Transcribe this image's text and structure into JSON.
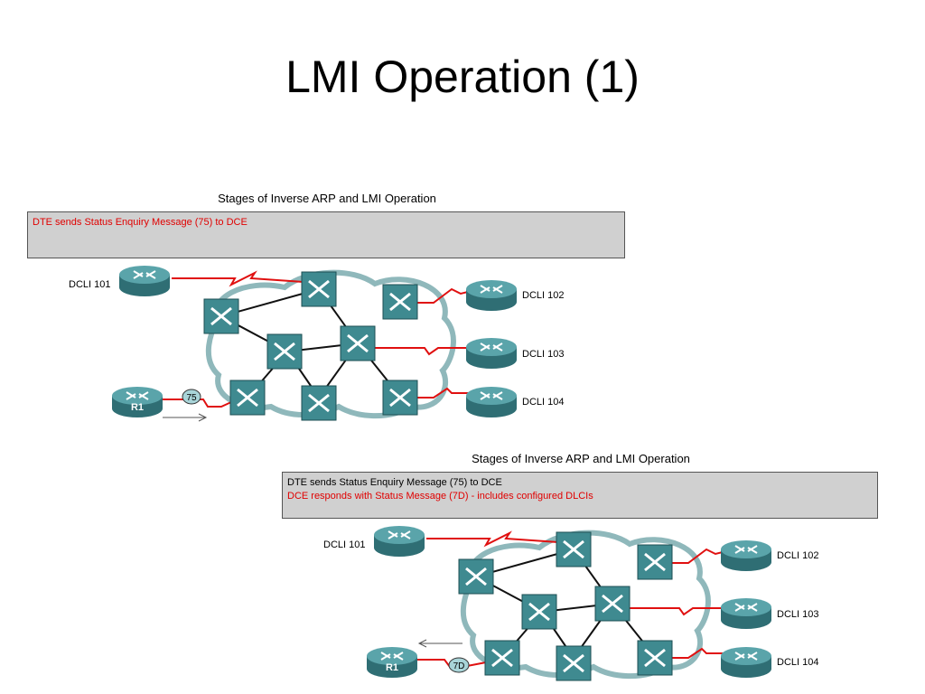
{
  "slide": {
    "title": "LMI Operation (1)"
  },
  "panels": [
    {
      "heading": "Stages of Inverse ARP and LMI Operation",
      "messages": [
        {
          "text": "DTE sends Status Enquiry Message (75) to DCE",
          "color": "#e00000"
        }
      ],
      "routers": {
        "r1": "R1",
        "d101": "DCLI 101",
        "d102": "DCLI 102",
        "d103": "DCLI 103",
        "d104": "DCLI 104"
      },
      "message_badge": "75",
      "arrow_direction": "right"
    },
    {
      "heading": "Stages of Inverse ARP and LMI Operation",
      "messages": [
        {
          "text": "DTE sends Status Enquiry Message (75) to DCE",
          "color": "#000000"
        },
        {
          "text": "DCE responds with Status Message (7D) - includes configured DLCIs",
          "color": "#e00000"
        }
      ],
      "routers": {
        "r1": "R1",
        "d101": "DCLI 101",
        "d102": "DCLI 102",
        "d103": "DCLI 103",
        "d104": "DCLI 104"
      },
      "message_badge": "7D",
      "arrow_direction": "left"
    }
  ],
  "colors": {
    "device_teal": "#3f8a90",
    "cloud_fill": "#8fb8bb",
    "serial_link": "#e01010",
    "status_box": "#d0d0d0"
  }
}
